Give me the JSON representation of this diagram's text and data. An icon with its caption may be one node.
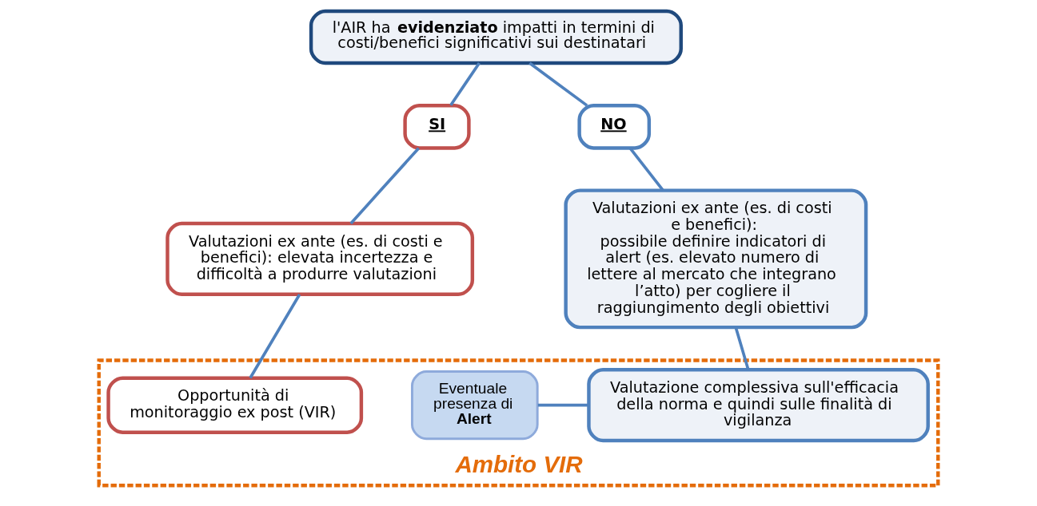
{
  "diagram": {
    "nodes": [
      {
        "text": [
          "l'AIR ha **evidenziato** impatti in termini di costi/benefici significativi sui destinatari"
        ]
      },
      {
        "text": [
          "SI"
        ]
      },
      {
        "text": [
          "NO"
        ]
      },
      {
        "text": [
          "Valutazioni ex ante (es. di costi e benefici): elevata incertezza e difficoltà a produrre valutazioni"
        ]
      },
      {
        "text": [
          "Valutazioni ex ante (es. di costi e benefici):",
          "possibile definire indicatori di alert (es. elevato numero di lettere al mercato che integrano l’atto) per cogliere il raggiungimento degli obiettivi"
        ]
      },
      {
        "text": [
          "Ambito VIR"
        ]
      },
      {
        "text": [
          "Opportunità di monitoraggio ex post (VIR)"
        ],
        "in": 5
      },
      {
        "text": [
          "Valutazione complessiva sull'efficacia della norma e quindi sulle finalità di vigilanza"
        ],
        "in": 5
      },
      {
        "text": [
          "Eventuale presenza di **Alert**"
        ],
        "in": 5
      }
    ],
    "edges": [
      {
        "from": 0,
        "to": 1,
        "arrow": "none"
      },
      {
        "from": 0,
        "to": 2,
        "arrow": "none"
      },
      {
        "from": 1,
        "to": 3,
        "arrow": "none"
      },
      {
        "from": 2,
        "to": 4,
        "arrow": "none"
      },
      {
        "from": 3,
        "to": 6,
        "arrow": "none"
      },
      {
        "from": 4,
        "to": 7,
        "arrow": "none"
      },
      {
        "from": 8,
        "to": 7,
        "arrow": "none"
      }
    ]
  }
}
